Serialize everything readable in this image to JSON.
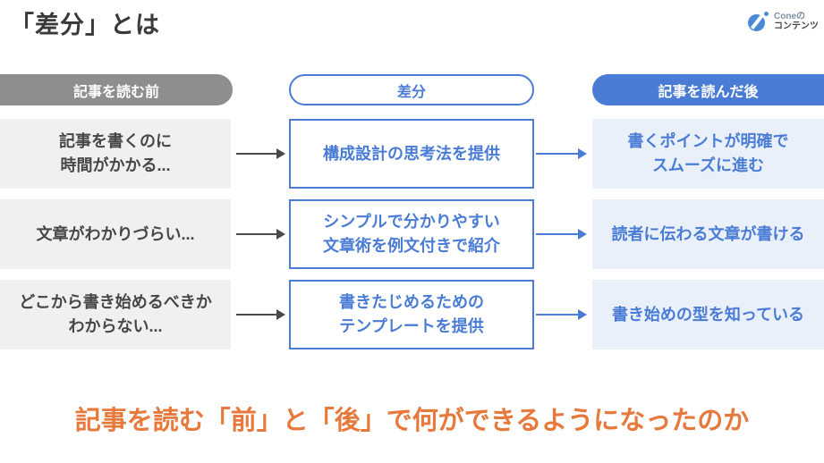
{
  "page": {
    "title": "「差分」とは",
    "bottom_message": "記事を読む「前」と「後」で何ができるようになったのか"
  },
  "logo": {
    "icon": "cone-logo-icon",
    "brand_top": "Coneの",
    "brand_bottom": "コンテンツ"
  },
  "columns": {
    "before_header": "記事を読む前",
    "diff_header": "差分",
    "after_header": "記事を読んだ後"
  },
  "rows": [
    {
      "before": "記事を書くのに\n時間がかかる...",
      "diff": "構成設計の思考法を提供",
      "after": "書くポイントが明確で\nスムーズに進む"
    },
    {
      "before": "文章がわかりづらい...",
      "diff": "シンプルで分かりやすい\n文章術を例文付きで紹介",
      "after": "読者に伝わる文章が書ける"
    },
    {
      "before": "どこから書き始めるべきか\nわからない...",
      "diff": "書きたじめるための\nテンプレートを提供",
      "after": "書き始めの型を知っている"
    }
  ],
  "colors": {
    "gray_header": "#8e8e8e",
    "gray_box": "#f0f0f0",
    "blue_accent": "#4a7cd5",
    "light_blue_box": "#e9f0fa",
    "orange_accent": "#e6793b",
    "dark_text": "#474747",
    "logo_blue": "#4a8ad4"
  }
}
